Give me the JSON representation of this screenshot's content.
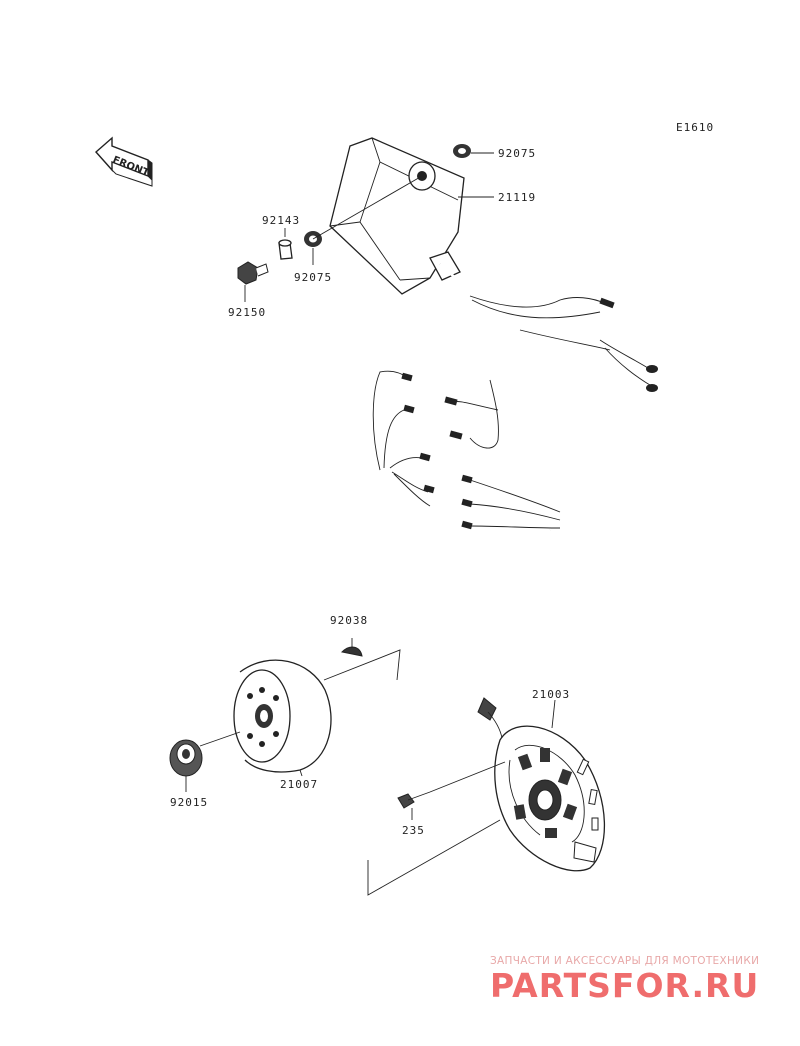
{
  "diagram": {
    "code": "E1610",
    "front_label": "FRONT",
    "callouts": [
      {
        "id": "92075-top",
        "text": "92075"
      },
      {
        "id": "21119",
        "text": "21119"
      },
      {
        "id": "92143",
        "text": "92143"
      },
      {
        "id": "92075-bottom",
        "text": "92075"
      },
      {
        "id": "92150",
        "text": "92150"
      },
      {
        "id": "92038",
        "text": "92038"
      },
      {
        "id": "21003",
        "text": "21003"
      },
      {
        "id": "92015",
        "text": "92015"
      },
      {
        "id": "21007",
        "text": "21007"
      },
      {
        "id": "235",
        "text": "235"
      }
    ]
  },
  "watermark": {
    "subtitle": "ЗАПЧАСТИ И АКСЕССУАРЫ ДЛЯ МОТОТЕХНИКИ",
    "logo": "PARTSFOR.RU"
  }
}
